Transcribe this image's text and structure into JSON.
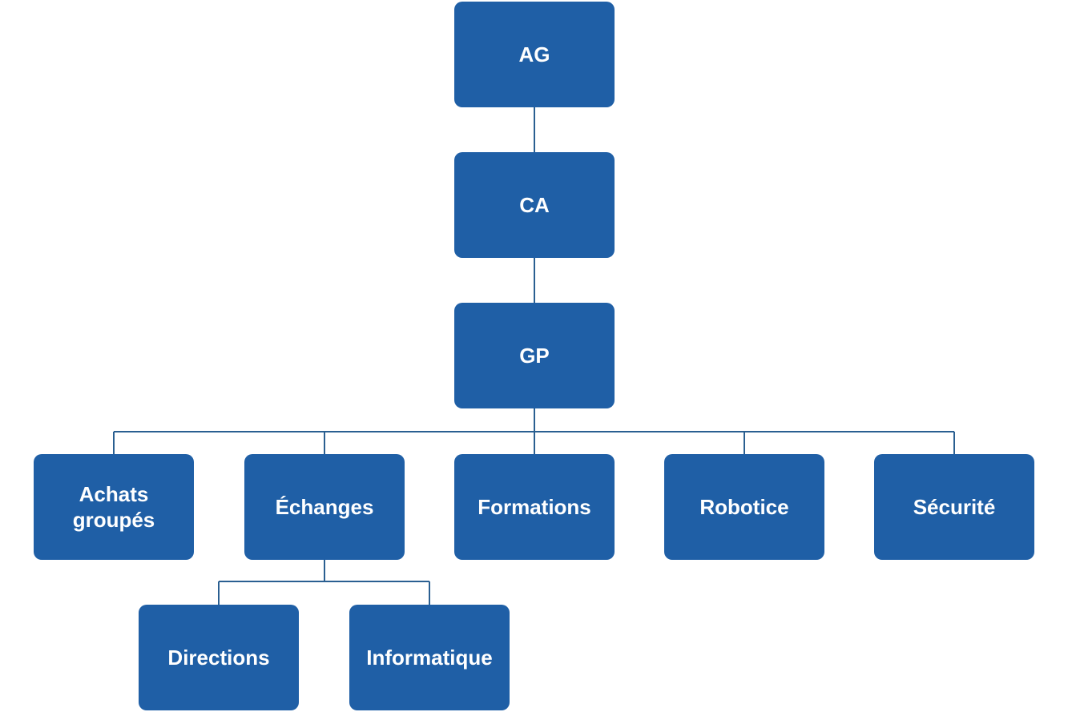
{
  "colors": {
    "node_fill": "#1f5fa6",
    "connector": "#2a5f91",
    "text": "#ffffff",
    "background": "#ffffff"
  },
  "nodes": {
    "ag": {
      "label": "AG"
    },
    "ca": {
      "label": "CA"
    },
    "gp": {
      "label": "GP"
    },
    "achats": {
      "label_line1": "Achats",
      "label_line2": "groupés"
    },
    "echanges": {
      "label": "Échanges"
    },
    "formations": {
      "label": "Formations"
    },
    "robotice": {
      "label": "Robotice"
    },
    "securite": {
      "label": "Sécurité"
    },
    "directions": {
      "label": "Directions"
    },
    "informatique": {
      "label": "Informatique"
    }
  },
  "edges": [
    [
      "ag",
      "ca"
    ],
    [
      "ca",
      "gp"
    ],
    [
      "gp",
      "achats"
    ],
    [
      "gp",
      "echanges"
    ],
    [
      "gp",
      "formations"
    ],
    [
      "gp",
      "robotice"
    ],
    [
      "gp",
      "securite"
    ],
    [
      "echanges",
      "directions"
    ],
    [
      "echanges",
      "informatique"
    ]
  ]
}
